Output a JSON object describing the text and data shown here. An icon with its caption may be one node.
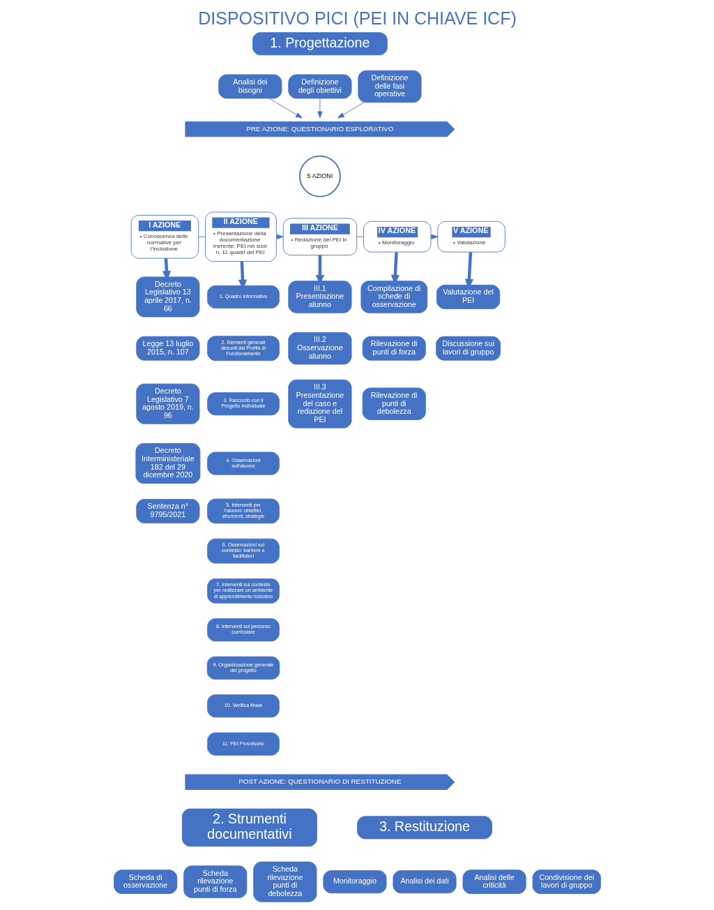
{
  "diagram": {
    "title": "DISPOSITIVO PICI (PEI IN CHIAVE ICF)",
    "nodes": [
      {
        "text": [
          "1. Progettazione"
        ]
      },
      {
        "text": [
          "Analisi dei bisogni"
        ]
      },
      {
        "text": [
          "Definizione degli obiettivi"
        ]
      },
      {
        "text": [
          "Definizione delle fasi operative"
        ]
      },
      {
        "text": [
          "PRE AZIONE: QUESTIONARIO ESPLORATIVO"
        ]
      },
      {
        "text": [
          "5 AZIONI"
        ]
      },
      {
        "text": [
          "I AZIONE",
          "• Conoscenza delle normative per l'inclusione"
        ]
      },
      {
        "text": [
          "II AZIONE",
          "• Presentazione della documentazione inerente: PEI nei suoi n. 11 quadri del PEI"
        ]
      },
      {
        "text": [
          "III AZIONE",
          "• Redazione del PEI in gruppo"
        ]
      },
      {
        "text": [
          "IV AZIONE",
          "• Monitoraggio"
        ]
      },
      {
        "text": [
          "V AZIONE",
          "• Valutazione"
        ]
      },
      {
        "text": [
          "Decreto Legislativo 13 aprile 2017, n. 66"
        ]
      },
      {
        "text": [
          "Legge 13 luglio 2015, n. 107"
        ]
      },
      {
        "text": [
          "Decreto Legislativo 7 agosto 2019, n. 96"
        ]
      },
      {
        "text": [
          "Decreto Interministeriale 182 del 29 dicembre 2020"
        ]
      },
      {
        "text": [
          "Sentenza n° 9795/2021"
        ]
      },
      {
        "text": [
          "1. Quadro informativo"
        ]
      },
      {
        "text": [
          "2. Elementi generali desunti dal Profilo di Funzionamento"
        ]
      },
      {
        "text": [
          "3. Raccordo con il Progetto Individuale"
        ]
      },
      {
        "text": [
          "4. Osservazioni sull'alunno"
        ]
      },
      {
        "text": [
          "5. Interventi per l'alunno: obiettivi, strumenti, strategie"
        ]
      },
      {
        "text": [
          "6. Osservazioni sul contesto: barriere e facilitatori"
        ]
      },
      {
        "text": [
          "7. Interventi sul contesto per realizzare un ambiente di apprendimento inclusivo"
        ]
      },
      {
        "text": [
          "8. Interventi sul percorso curricolare"
        ]
      },
      {
        "text": [
          "9. Organizzazione generale del progetto"
        ]
      },
      {
        "text": [
          "10. Verifica finale"
        ]
      },
      {
        "text": [
          "11. PEI Provvisorio"
        ]
      },
      {
        "text": [
          "III.1 Presentazione alunno"
        ]
      },
      {
        "text": [
          "III.2 Osservazione alunno"
        ]
      },
      {
        "text": [
          "III.3 Presentazione del caso e redazione del PEI"
        ]
      },
      {
        "text": [
          "Compilazione di schede di osservazione"
        ]
      },
      {
        "text": [
          "Rilevazione di punti di forza"
        ]
      },
      {
        "text": [
          "Rilevazione di punti di debolezza"
        ]
      },
      {
        "text": [
          "Valutazione del PEI"
        ]
      },
      {
        "text": [
          "Discussione sui lavori di gruppo"
        ]
      },
      {
        "text": [
          "POST AZIONE: QUESTIONARIO DI RESTITUZIONE"
        ]
      },
      {
        "text": [
          "2. Strumenti documentativi"
        ]
      },
      {
        "text": [
          "3. Restituzione"
        ]
      },
      {
        "text": [
          "Scheda di osservazione"
        ]
      },
      {
        "text": [
          "Scheda rilevazione punti di forza"
        ]
      },
      {
        "text": [
          "Scheda rilevazione punti di debolezza"
        ]
      },
      {
        "text": [
          "Monitoraggio"
        ]
      },
      {
        "text": [
          "Analisi dei dati"
        ]
      },
      {
        "text": [
          "Analisi delle criticità"
        ]
      },
      {
        "text": [
          "Condivisione dei lavori di gruppo"
        ]
      }
    ],
    "edges": [
      {
        "from": 1,
        "to": 4,
        "arrow": "to"
      },
      {
        "from": 2,
        "to": 4,
        "arrow": "to"
      },
      {
        "from": 3,
        "to": 4,
        "arrow": "to"
      },
      {
        "from": 6,
        "to": 7,
        "arrow": "none"
      },
      {
        "from": 7,
        "to": 8,
        "arrow": "to"
      },
      {
        "from": 8,
        "to": 9,
        "arrow": "none"
      },
      {
        "from": 9,
        "to": 10,
        "arrow": "to"
      },
      {
        "from": 6,
        "to": 11,
        "arrow": "to",
        "style": "thick"
      },
      {
        "from": 7,
        "to": 16,
        "arrow": "to",
        "style": "thick"
      },
      {
        "from": 8,
        "to": 27,
        "arrow": "to",
        "style": "thick"
      },
      {
        "from": 9,
        "to": 30,
        "arrow": "to",
        "style": "thick"
      },
      {
        "from": 10,
        "to": 33,
        "arrow": "to",
        "style": "thick"
      }
    ]
  }
}
